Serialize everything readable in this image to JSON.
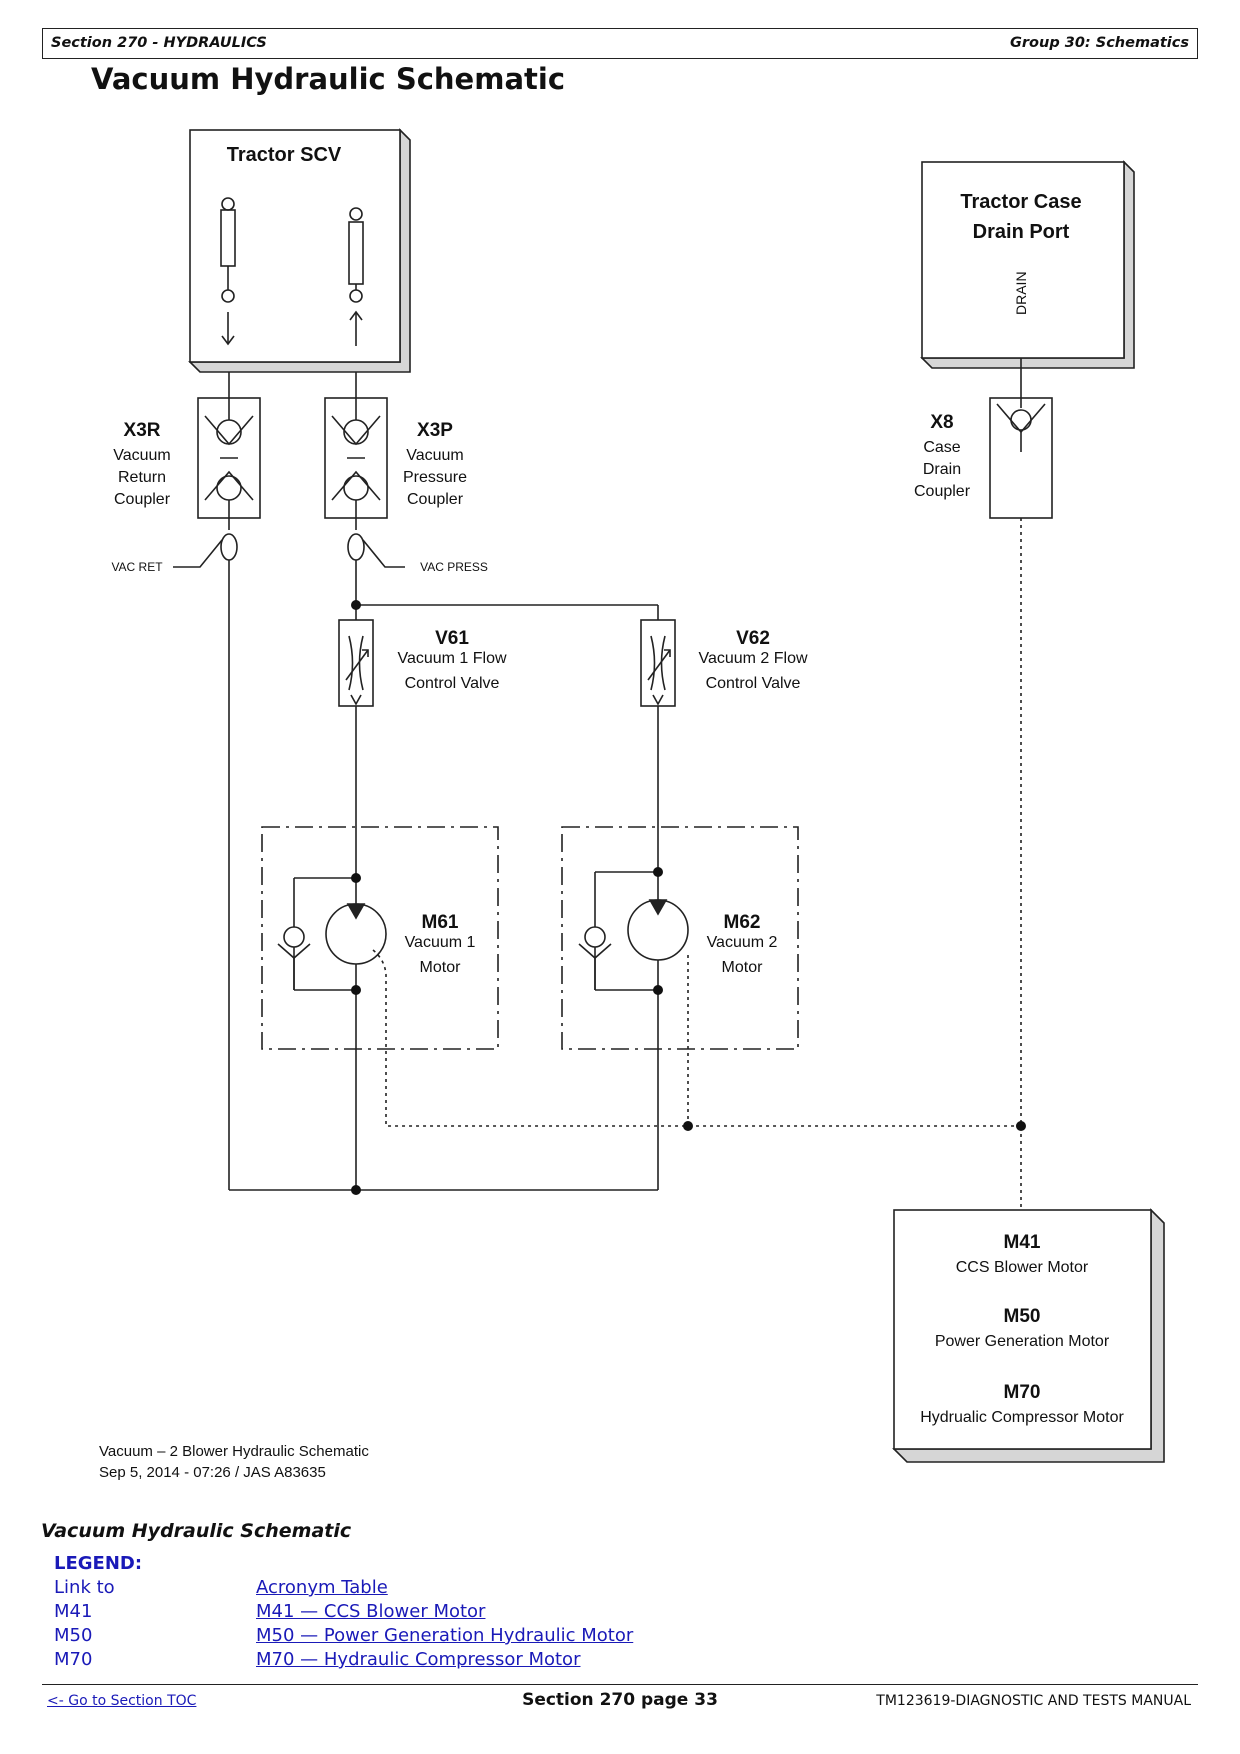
{
  "header": {
    "section": "Section 270 - HYDRAULICS",
    "group": "Group 30: Schematics"
  },
  "page_title": "Vacuum Hydraulic Schematic",
  "diagram": {
    "tractor_scv": "Tractor SCV",
    "drain_port_line1": "Tractor Case",
    "drain_port_line2": "Drain Port",
    "drain_label": "DRAIN",
    "x3r": {
      "id": "X3R",
      "line1": "Vacuum",
      "line2": "Return",
      "line3": "Coupler"
    },
    "x3p": {
      "id": "X3P",
      "line1": "Vacuum",
      "line2": "Pressure",
      "line3": "Coupler"
    },
    "x8": {
      "id": "X8",
      "line1": "Case",
      "line2": "Drain",
      "line3": "Coupler"
    },
    "vac_ret": "VAC RET",
    "vac_press": "VAC PRESS",
    "v61": {
      "id": "V61",
      "line1": "Vacuum 1 Flow",
      "line2": "Control Valve"
    },
    "v62": {
      "id": "V62",
      "line1": "Vacuum 2 Flow",
      "line2": "Control Valve"
    },
    "m61": {
      "id": "M61",
      "line1": "Vacuum 1",
      "line2": "Motor"
    },
    "m62": {
      "id": "M62",
      "line1": "Vacuum 2",
      "line2": "Motor"
    },
    "m41": {
      "id": "M41",
      "desc": "CCS Blower Motor"
    },
    "m50": {
      "id": "M50",
      "desc": "Power Generation Motor"
    },
    "m70": {
      "id": "M70",
      "desc": "Hydrualic Compressor Motor"
    },
    "figure_caption": "Vacuum – 2 Blower Hydraulic Schematic",
    "figure_stamp": "Sep 5, 2014 - 07:26 / JAS A83635"
  },
  "caption": "Vacuum Hydraulic Schematic",
  "legend": {
    "title": "LEGEND:",
    "rows": [
      {
        "key": "Link to",
        "value": "Acronym Table"
      },
      {
        "key": "M41",
        "value": "M41 — CCS Blower Motor"
      },
      {
        "key": "M50",
        "value": "M50 — Power Generation Hydraulic Motor"
      },
      {
        "key": "M70",
        "value": "M70 — Hydraulic Compressor Motor"
      }
    ]
  },
  "footer": {
    "toc_link": "<- Go to Section TOC",
    "page": "Section 270 page 33",
    "manual": "TM123619-DIAGNOSTIC AND TESTS MANUAL"
  }
}
